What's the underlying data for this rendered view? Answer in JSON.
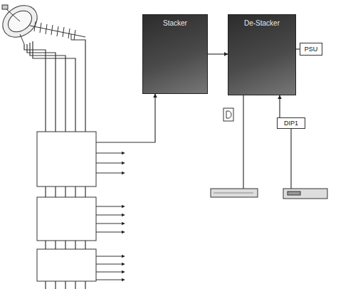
{
  "diagram": {
    "nodes": [
      {
        "text": [
          "Stacker"
        ]
      },
      {
        "text": [
          "De-Stacker"
        ]
      },
      {
        "text": [
          "PSU"
        ]
      },
      {
        "text": [
          "DIP1"
        ]
      }
    ],
    "edges": [
      {
        "from": 0,
        "to": 1,
        "arrow": "to"
      },
      {
        "from": 2,
        "to": 1,
        "arrow": "none"
      },
      {
        "from": 3,
        "to": 1,
        "arrow": "to"
      }
    ]
  }
}
